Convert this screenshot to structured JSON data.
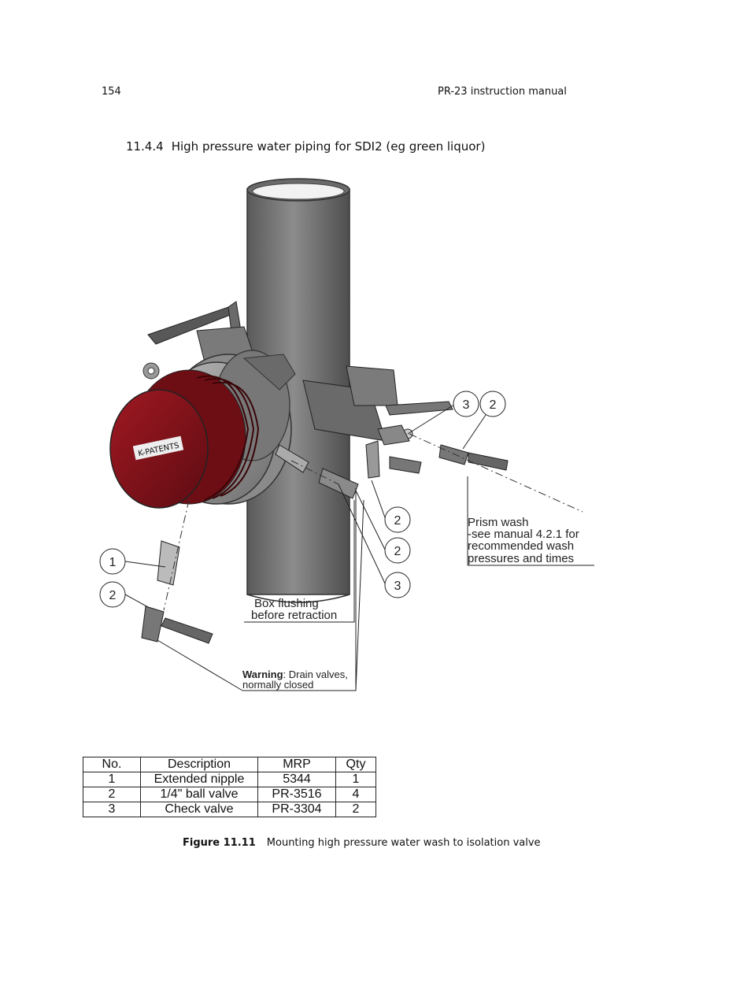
{
  "header": {
    "page_number": "154",
    "running_title": "PR-23 instruction manual"
  },
  "section": {
    "number": "11.4.4",
    "title": "High pressure water piping for SDI2 (eg green liquor)"
  },
  "figure_labels": {
    "balloon_1": "1",
    "balloon_2_left": "2",
    "balloon_3_top": "3",
    "balloon_2_top": "2",
    "balloon_2_mid_a": "2",
    "balloon_2_mid_b": "2",
    "balloon_3_mid": "3",
    "prism_wash_line1": "Prism wash",
    "prism_wash_line2": "-see manual 4.2.1 for",
    "prism_wash_line3": "recommended wash",
    "prism_wash_line4": "pressures and times",
    "box_flushing_line1": "Box flushing",
    "box_flushing_line2": "before retraction",
    "warning_bold": "Warning",
    "warning_rest": ": Drain valves,",
    "warning_line2": "normally closed"
  },
  "parts_table": {
    "headers": [
      "No.",
      "Description",
      "MRP",
      "Qty"
    ],
    "rows": [
      [
        "1",
        "Extended nipple",
        "5344",
        "1"
      ],
      [
        "2",
        "1/4\" ball valve",
        "PR-3516",
        "4"
      ],
      [
        "3",
        "Check valve",
        "PR-3304",
        "2"
      ]
    ]
  },
  "caption": {
    "label": "Figure 11.11",
    "text": "Mounting high pressure water wash to isolation valve"
  }
}
